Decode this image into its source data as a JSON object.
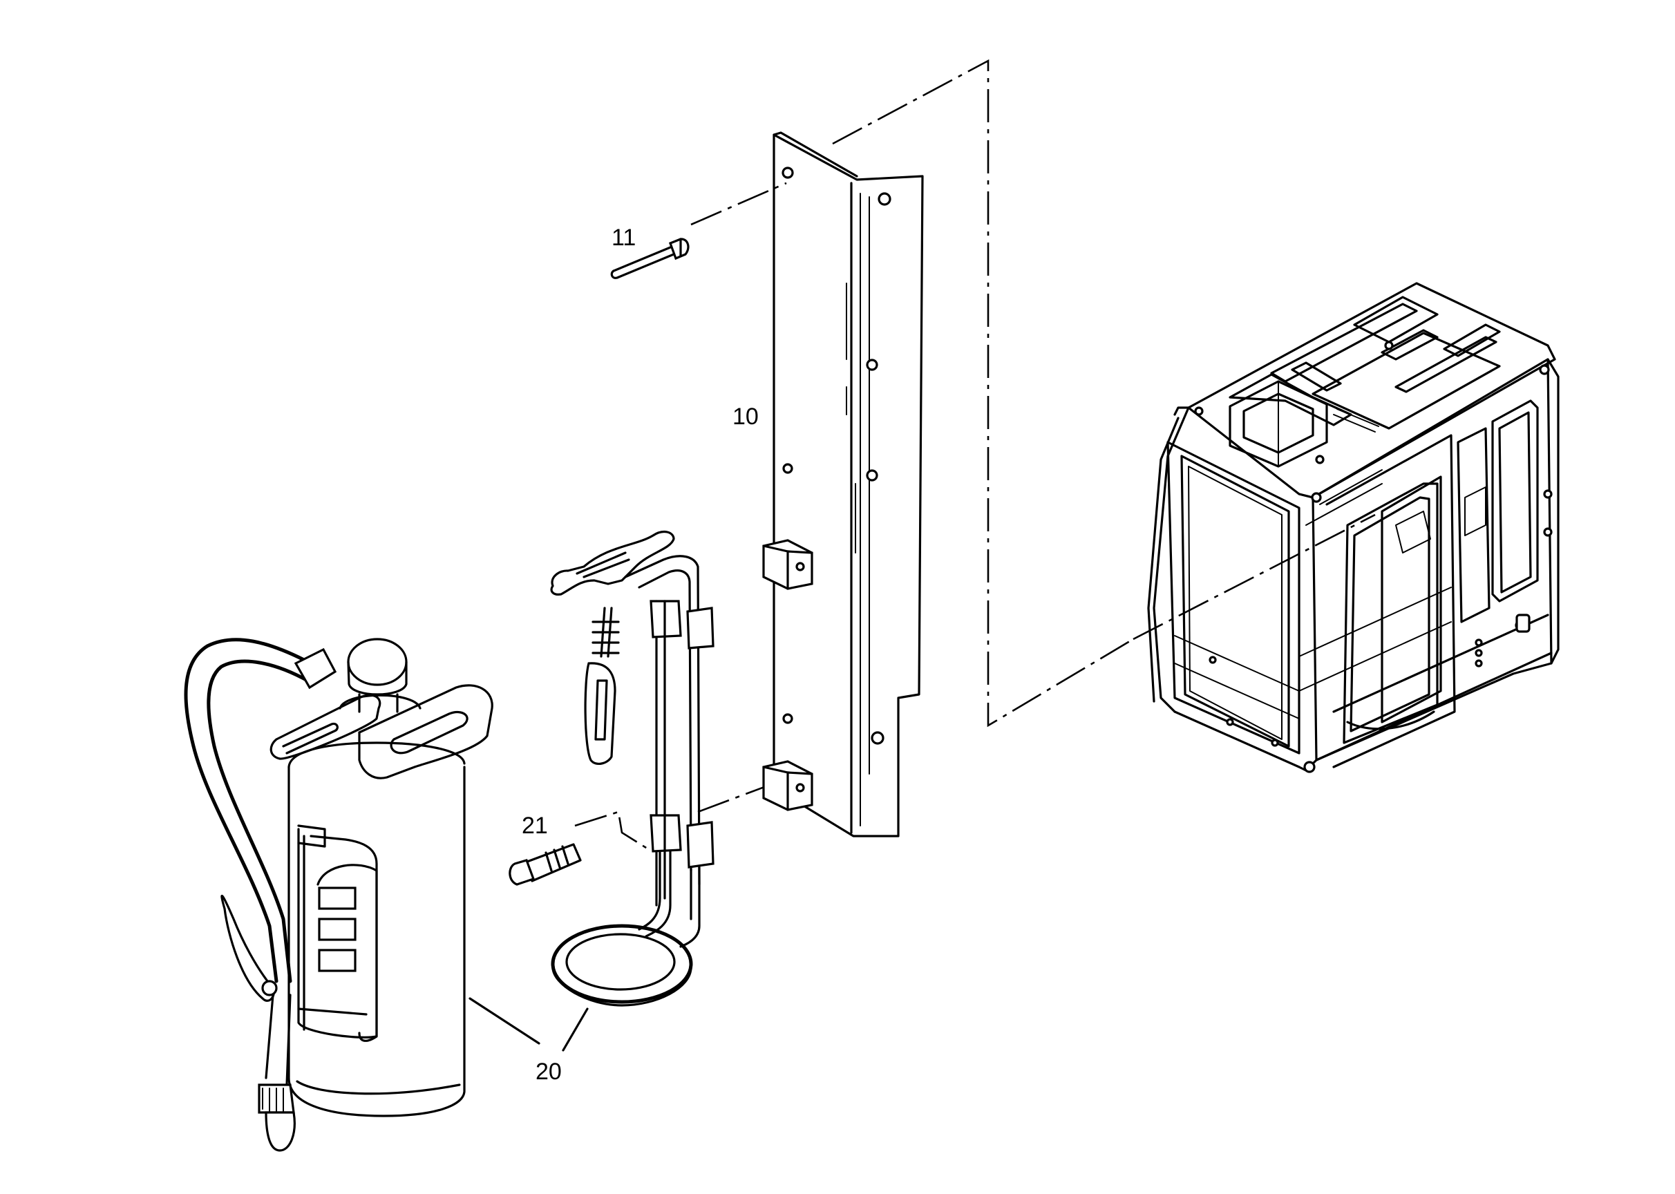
{
  "diagram": {
    "parts": [
      {
        "id": "cab",
        "name": "operator-cab"
      },
      {
        "id": "panel",
        "name": "mounting-panel",
        "callout": "10"
      },
      {
        "id": "bolt",
        "name": "bolt",
        "callout": "11"
      },
      {
        "id": "bracket",
        "name": "extinguisher-bracket"
      },
      {
        "id": "screw",
        "name": "screw",
        "callout": "21"
      },
      {
        "id": "extinguisher",
        "name": "fire-extinguisher",
        "callout": "20"
      }
    ]
  }
}
